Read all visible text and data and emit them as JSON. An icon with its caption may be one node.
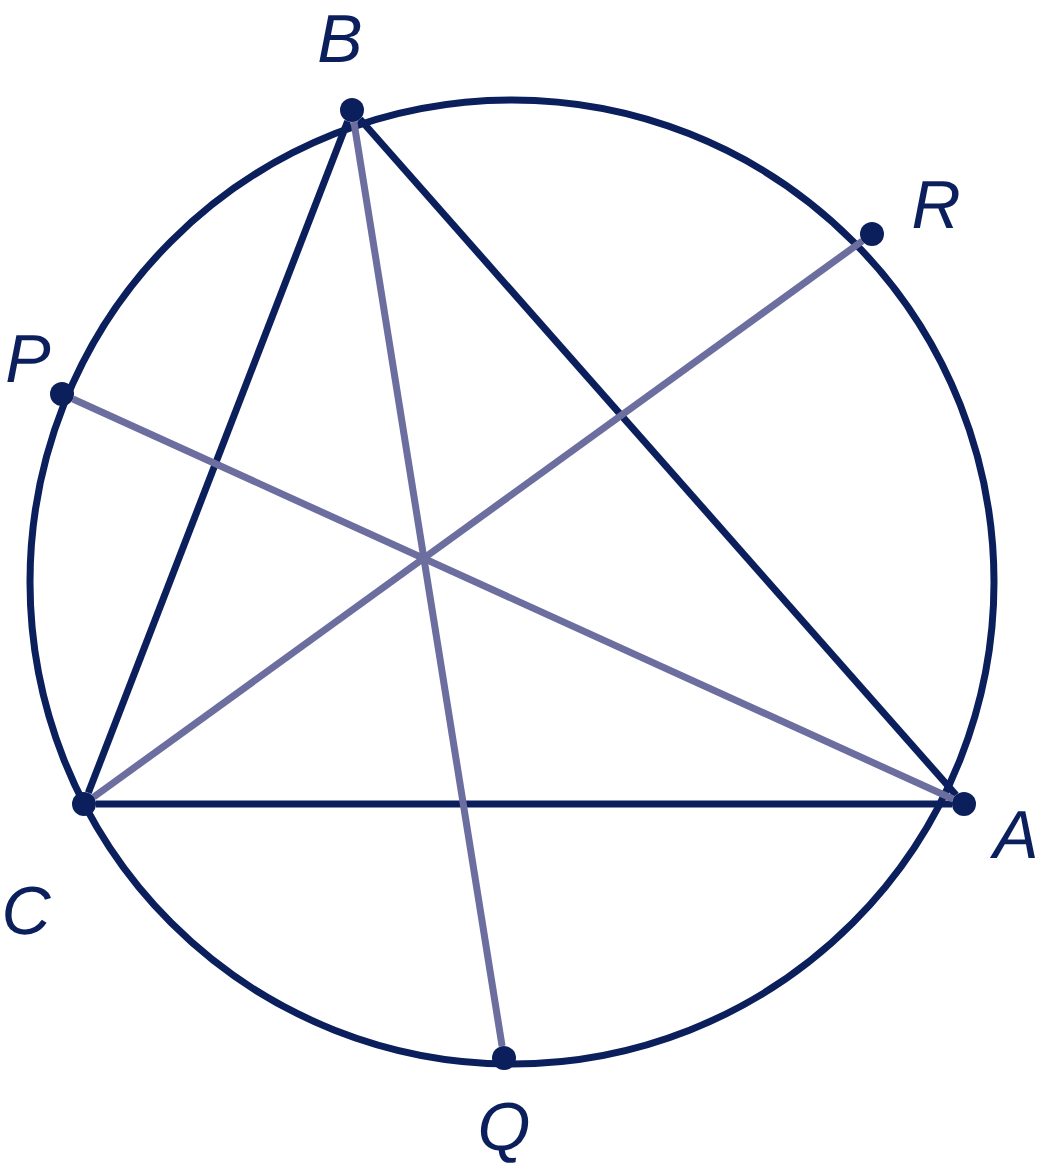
{
  "diagram": {
    "nodes": [
      {
        "text": [],
        "shape": "circle",
        "beside": [
          "B"
        ]
      },
      {
        "text": [],
        "shape": "circle",
        "beside": [
          "R"
        ]
      },
      {
        "text": [],
        "shape": "circle",
        "beside": [
          "P"
        ]
      },
      {
        "text": [],
        "shape": "circle",
        "beside": [
          "C"
        ]
      },
      {
        "text": [],
        "shape": "circle",
        "beside": [
          "A"
        ]
      },
      {
        "text": [],
        "shape": "circle",
        "beside": [
          "Q"
        ]
      }
    ],
    "edges": [
      {
        "from": 0,
        "to": 3,
        "arrow": "none"
      },
      {
        "from": 0,
        "to": 4,
        "arrow": "none"
      },
      {
        "from": 3,
        "to": 4,
        "arrow": "none"
      },
      {
        "from": 0,
        "to": 5,
        "arrow": "none",
        "color": "#6b6e9e"
      },
      {
        "from": 3,
        "to": 1,
        "arrow": "none",
        "color": "#6b6e9e"
      },
      {
        "from": 4,
        "to": 2,
        "arrow": "none",
        "color": "#6b6e9e"
      }
    ]
  }
}
